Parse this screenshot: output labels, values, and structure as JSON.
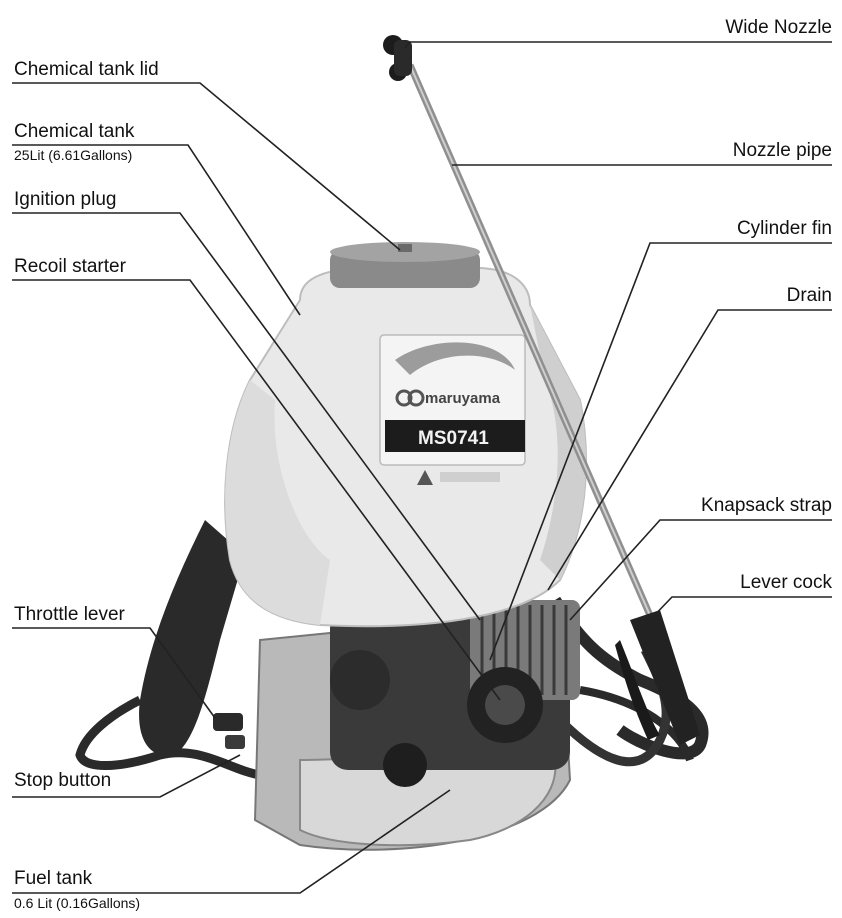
{
  "labels": {
    "chemical_tank_lid": "Chemical tank lid",
    "chemical_tank": "Chemical tank",
    "chemical_tank_capacity": "25Lit (6.61Gallons)",
    "ignition_plug": "Ignition plug",
    "recoil_starter": "Recoil starter",
    "throttle_lever": "Throttle lever",
    "stop_button": "Stop button",
    "fuel_tank": "Fuel tank",
    "fuel_tank_capacity": "0.6 Lit (0.16Gallons)",
    "wide_nozzle": "Wide Nozzle",
    "nozzle_pipe": "Nozzle pipe",
    "cylinder_fin": "Cylinder fin",
    "drain": "Drain",
    "knapsack_strap": "Knapsack strap",
    "lever_cock": "Lever cock"
  },
  "product": {
    "brand": "maruyama",
    "model": "MS0741"
  },
  "colors": {
    "tank": "#e9e9e9",
    "tank_shadow": "#c8c8c8",
    "lid": "#8a8a8a",
    "engine": "#3a3a3a",
    "strap": "#2a2a2a",
    "leader_line": "#222222",
    "background": "#ffffff"
  }
}
